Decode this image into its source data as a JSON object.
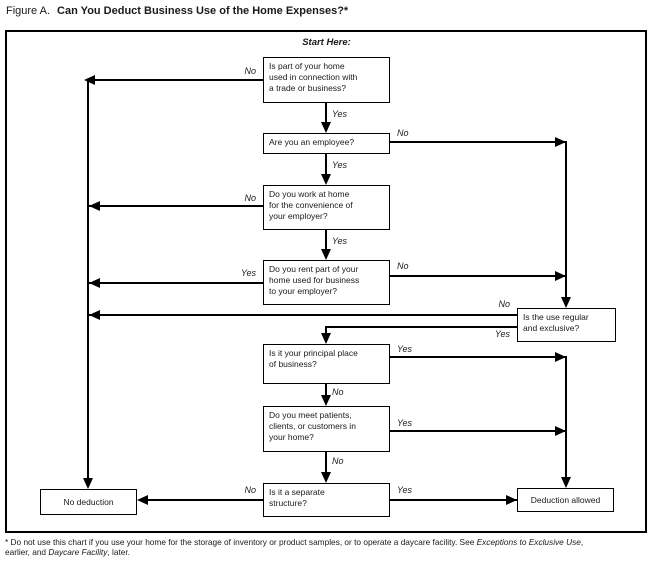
{
  "title": {
    "figure_label": "Figure A.",
    "main": "Can You Deduct Business Use of the Home Expenses?*"
  },
  "start_label": "Start Here:",
  "answers": {
    "yes": "Yes",
    "no": "No"
  },
  "nodes": {
    "q_trade_business": "Is part of your home\nused in connection with\na trade or business?",
    "q_employee": "Are you an employee?",
    "q_convenience": "Do you work at home\nfor the convenience of\nyour employer?",
    "q_rent": "Do you rent part of your\nhome used for business\nto your employer?",
    "q_regular_exclusive": "Is the use regular\nand exclusive?",
    "q_principal_place": "Is it your principal place\nof business?",
    "q_patients": "Do you meet patients,\nclients, or customers in\nyour home?",
    "q_separate_structure": "Is it a separate\nstructure?",
    "no_deduction": "No deduction",
    "deduction_allowed": "Deduction allowed"
  },
  "edges": [
    {
      "from": "q_trade_business",
      "answer": "No",
      "to": "no_deduction"
    },
    {
      "from": "q_trade_business",
      "answer": "Yes",
      "to": "q_employee"
    },
    {
      "from": "q_employee",
      "answer": "No",
      "to": "q_regular_exclusive"
    },
    {
      "from": "q_employee",
      "answer": "Yes",
      "to": "q_convenience"
    },
    {
      "from": "q_convenience",
      "answer": "No",
      "to": "no_deduction"
    },
    {
      "from": "q_convenience",
      "answer": "Yes",
      "to": "q_rent"
    },
    {
      "from": "q_rent",
      "answer": "Yes",
      "to": "no_deduction"
    },
    {
      "from": "q_rent",
      "answer": "No",
      "to": "q_regular_exclusive"
    },
    {
      "from": "q_regular_exclusive",
      "answer": "No",
      "to": "no_deduction"
    },
    {
      "from": "q_regular_exclusive",
      "answer": "Yes",
      "to": "q_principal_place"
    },
    {
      "from": "q_principal_place",
      "answer": "Yes",
      "to": "deduction_allowed"
    },
    {
      "from": "q_principal_place",
      "answer": "No",
      "to": "q_patients"
    },
    {
      "from": "q_patients",
      "answer": "Yes",
      "to": "deduction_allowed"
    },
    {
      "from": "q_patients",
      "answer": "No",
      "to": "q_separate_structure"
    },
    {
      "from": "q_separate_structure",
      "answer": "Yes",
      "to": "deduction_allowed"
    },
    {
      "from": "q_separate_structure",
      "answer": "No",
      "to": "no_deduction"
    }
  ],
  "footnote": {
    "line1a": "* Do not use this chart if you use your home for the storage of inventory or product samples, or to operate a daycare facility. See ",
    "italic1": "Exceptions to Exclusive Use",
    "line1b": ",",
    "line2a": "earlier, and ",
    "italic2": "Daycare Facility",
    "line2b": ", later."
  },
  "colors": {
    "line": "#000000",
    "text": "#1a1a1a",
    "background": "#ffffff"
  }
}
